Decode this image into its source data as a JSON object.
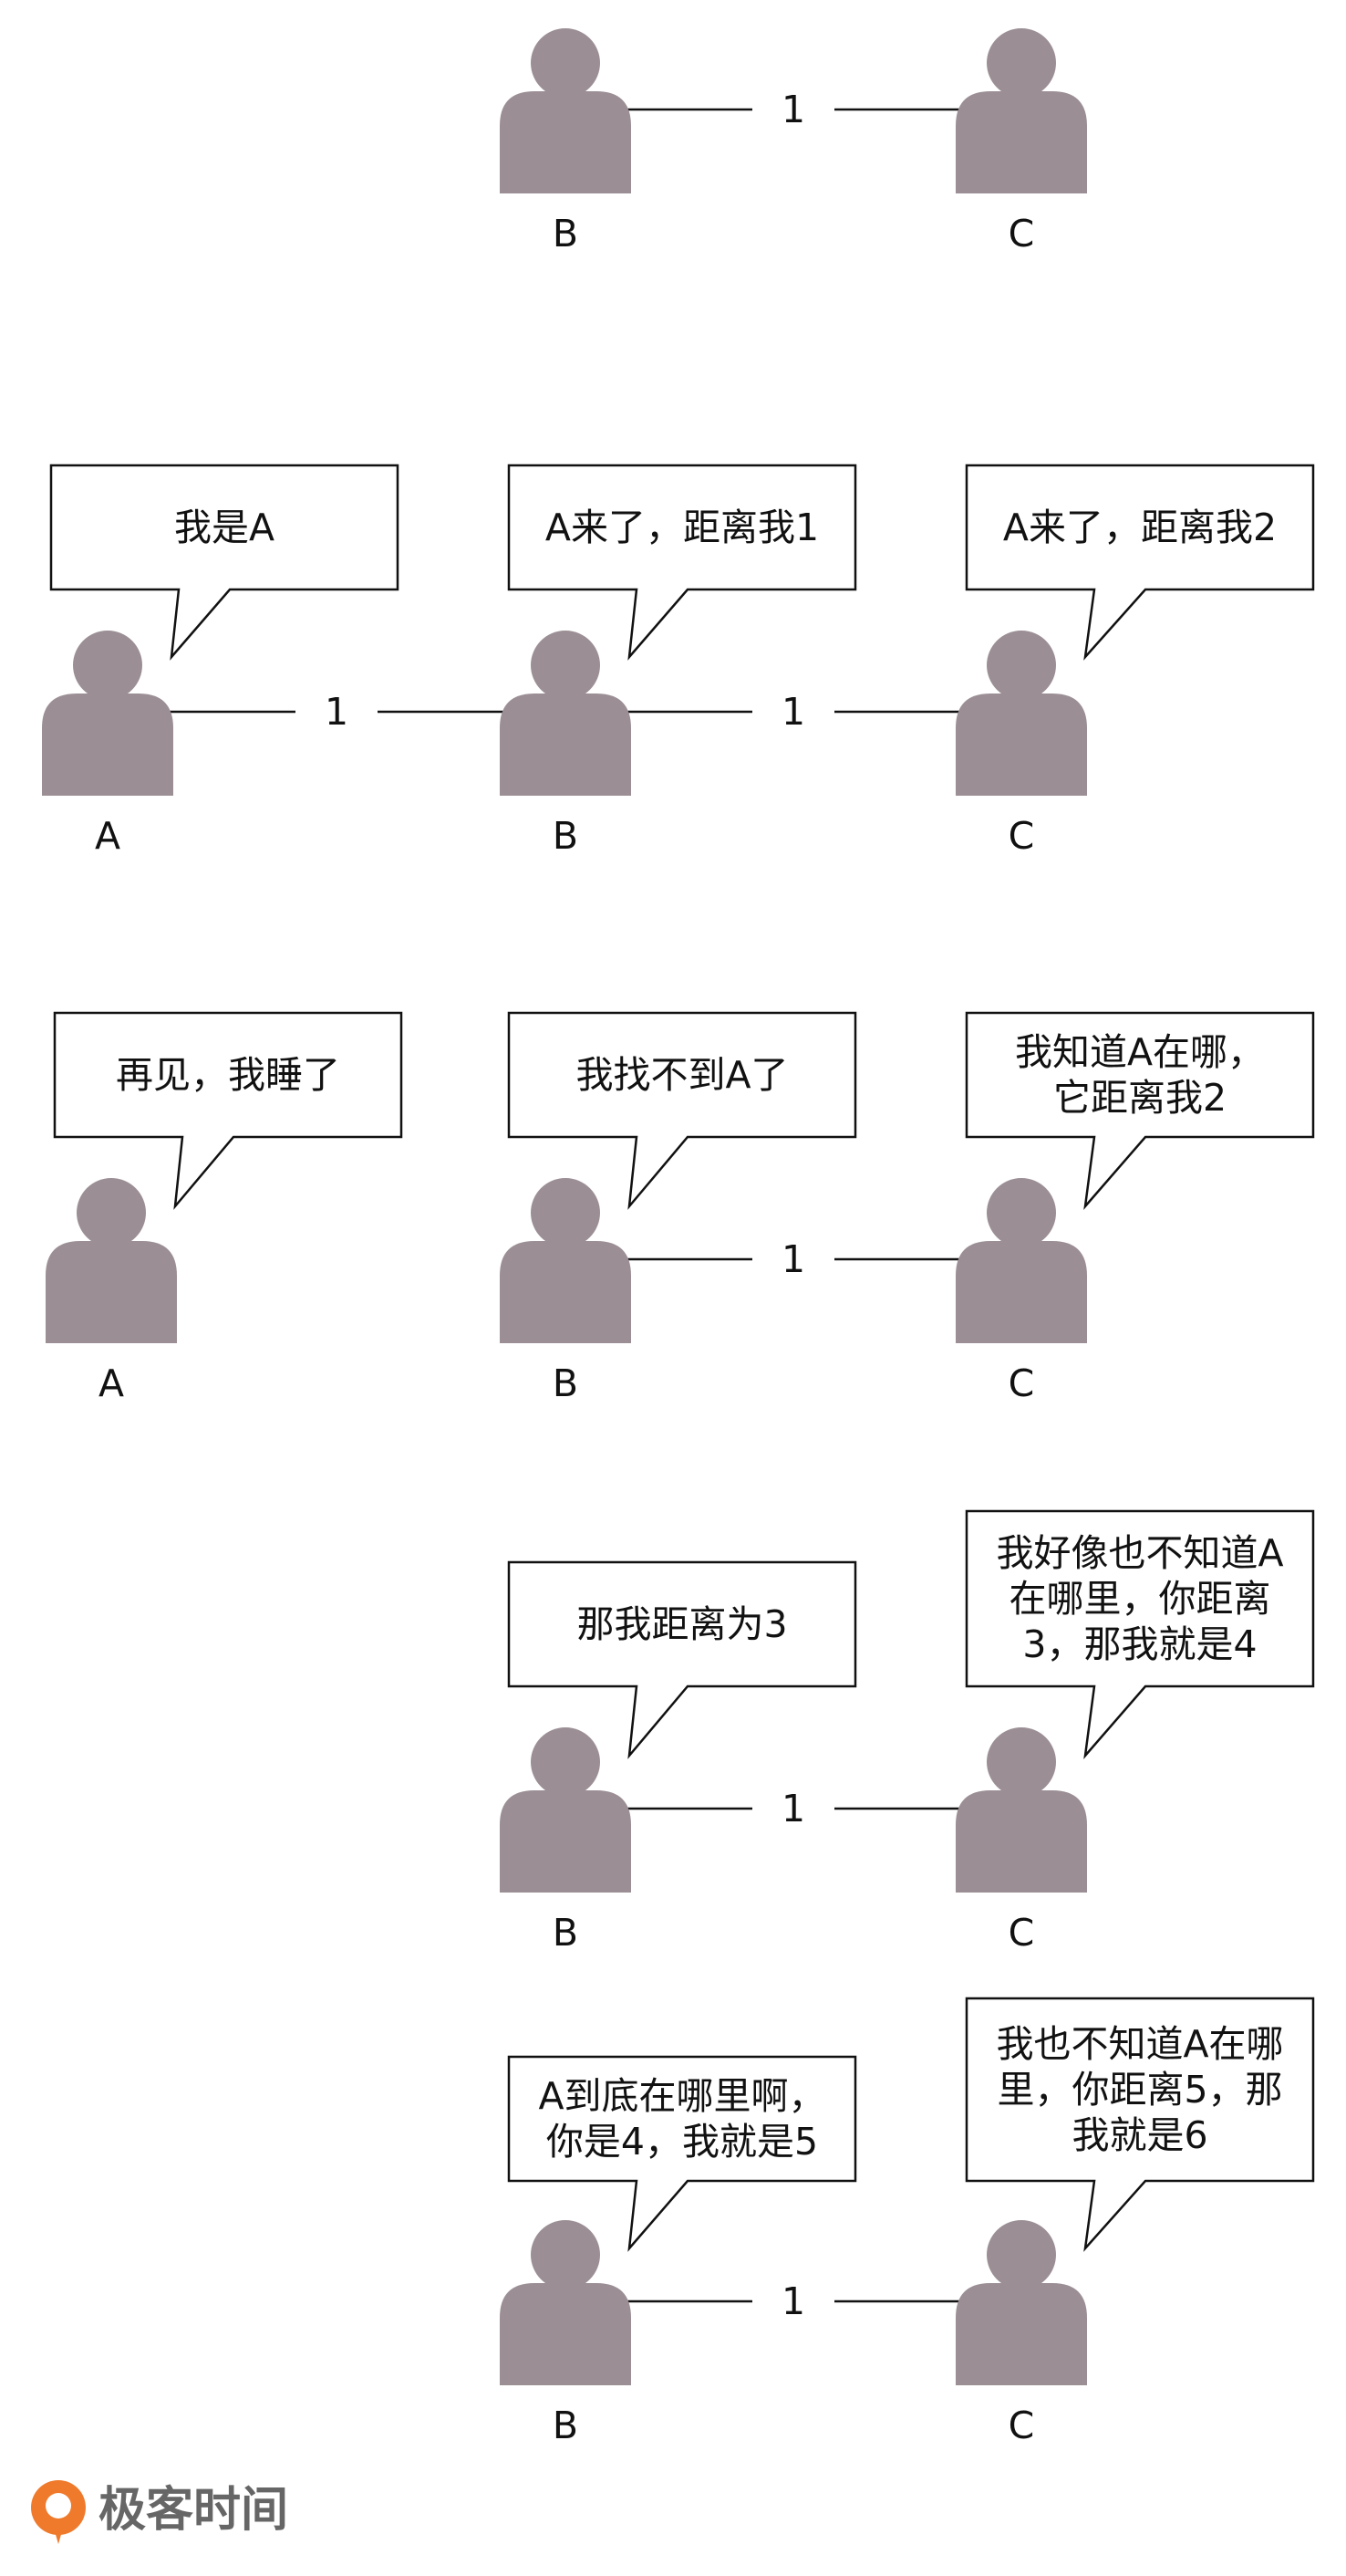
{
  "colors": {
    "person": "#9b8f95",
    "line": "#111111",
    "logo_accent": "#ef7a2c",
    "logo_text": "#666666"
  },
  "scenes": [
    {
      "id": "scene-1",
      "nodes": [
        {
          "id": "B",
          "label": "B"
        },
        {
          "id": "C",
          "label": "C"
        }
      ],
      "edges": [
        {
          "from": "B",
          "to": "C",
          "label": "1"
        }
      ],
      "bubbles": []
    },
    {
      "id": "scene-2",
      "nodes": [
        {
          "id": "A",
          "label": "A"
        },
        {
          "id": "B",
          "label": "B"
        },
        {
          "id": "C",
          "label": "C"
        }
      ],
      "edges": [
        {
          "from": "A",
          "to": "B",
          "label": "1"
        },
        {
          "from": "B",
          "to": "C",
          "label": "1"
        }
      ],
      "bubbles": [
        {
          "speaker": "A",
          "lines": [
            "我是A"
          ]
        },
        {
          "speaker": "B",
          "lines": [
            "A来了，距离我1"
          ]
        },
        {
          "speaker": "C",
          "lines": [
            "A来了，距离我2"
          ]
        }
      ]
    },
    {
      "id": "scene-3",
      "nodes": [
        {
          "id": "A",
          "label": "A"
        },
        {
          "id": "B",
          "label": "B"
        },
        {
          "id": "C",
          "label": "C"
        }
      ],
      "edges": [
        {
          "from": "B",
          "to": "C",
          "label": "1"
        }
      ],
      "bubbles": [
        {
          "speaker": "A",
          "lines": [
            "再见，我睡了"
          ]
        },
        {
          "speaker": "B",
          "lines": [
            "我找不到A了"
          ]
        },
        {
          "speaker": "C",
          "lines": [
            "我知道A在哪，",
            "它距离我2"
          ]
        }
      ]
    },
    {
      "id": "scene-4",
      "nodes": [
        {
          "id": "B",
          "label": "B"
        },
        {
          "id": "C",
          "label": "C"
        }
      ],
      "edges": [
        {
          "from": "B",
          "to": "C",
          "label": "1"
        }
      ],
      "bubbles": [
        {
          "speaker": "B",
          "lines": [
            "那我距离为3"
          ]
        },
        {
          "speaker": "C",
          "lines": [
            "我好像也不知道A",
            "在哪里，你距离",
            "3，那我就是4"
          ]
        }
      ]
    },
    {
      "id": "scene-5",
      "nodes": [
        {
          "id": "B",
          "label": "B"
        },
        {
          "id": "C",
          "label": "C"
        }
      ],
      "edges": [
        {
          "from": "B",
          "to": "C",
          "label": "1"
        }
      ],
      "bubbles": [
        {
          "speaker": "B",
          "lines": [
            "A到底在哪里啊，",
            "你是4，我就是5"
          ]
        },
        {
          "speaker": "C",
          "lines": [
            "我也不知道A在哪",
            "里，你距离5，那",
            "我就是6"
          ]
        }
      ]
    }
  ],
  "logo": {
    "text": "极客时间",
    "icon": "geektime-logo-icon"
  }
}
